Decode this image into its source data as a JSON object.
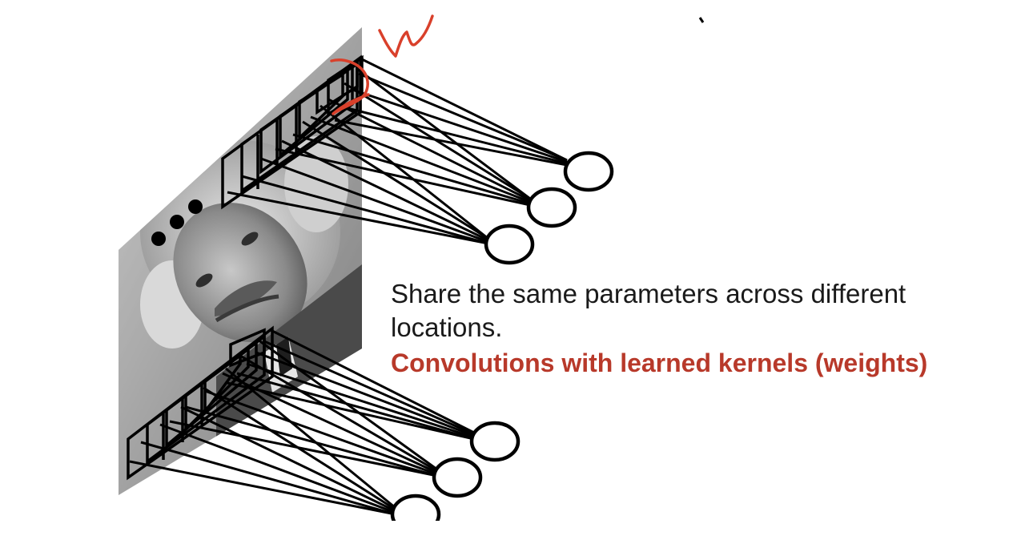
{
  "slide": {
    "caption_line1": "Share the same parameters across different",
    "caption_line2": "locations.",
    "highlight": "Convolutions with learned kernels (weights)",
    "annotation_letter": "W",
    "colors": {
      "text": "#1a1a1a",
      "accent": "#b8392a",
      "ink": "#000000",
      "annotation": "#d9402b"
    },
    "image_description_icon": "face-photo-icon"
  }
}
